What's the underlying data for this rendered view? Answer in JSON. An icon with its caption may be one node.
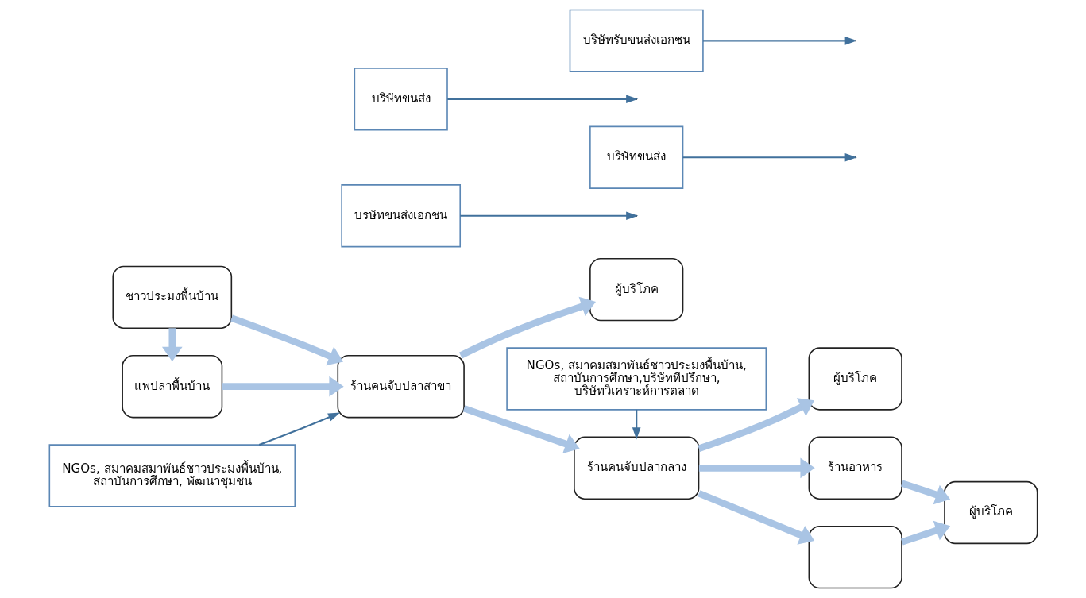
{
  "diagram": {
    "nodes": [
      {
        "text": [
          "ชาวประมงพื้นบ้าน"
        ]
      },
      {
        "text": [
          "แพปลาพื้นบ้าน"
        ]
      },
      {
        "text": [
          "ร้านคนจับปลาสาขา"
        ]
      },
      {
        "text": [
          "บรษัทขนส่งเอกชน"
        ]
      },
      {
        "text": [
          "บริษัทขนส่ง"
        ]
      },
      {
        "text": [
          "ร้านคนจับปลากลาง"
        ]
      },
      {
        "text": [
          "ผู้บริโภค"
        ]
      },
      {
        "text": [
          "ร้านอาหาร"
        ]
      },
      {
        "text": [],
        "shape": "box"
      },
      {
        "text": [
          "ผู้บริโภค"
        ]
      },
      {
        "text": [
          "NGOs, สมาคมสมาพันธ์ชาวประมงพื้นบ้าน, สถาบันการศึกษา, พัฒนาชุมชน"
        ]
      },
      {
        "text": [
          "บริษัทขนส่ง"
        ]
      },
      {
        "text": [
          "ผู้บริโภค"
        ]
      },
      {
        "text": [
          "บริษัทรับขนส่งเอกชน"
        ]
      },
      {
        "text": [
          "NGOs, สมาคมสมาพันธ์ชาวประมงพื้นบ้าน, สถาบันการศึกษา,บริษัททีปรึกษา, บริษัทวิเคราะห์การตลาด"
        ]
      }
    ],
    "edges": [
      {
        "from": 0,
        "to": 1,
        "arrow": "to"
      },
      {
        "from": 0,
        "to": 2,
        "arrow": "to"
      },
      {
        "from": 1,
        "to": 2,
        "arrow": "to"
      },
      {
        "from": 3,
        "to": null,
        "arrow": "to",
        "color": "#41719c"
      },
      {
        "from": 2,
        "to": 5,
        "arrow": "to"
      },
      {
        "from": 4,
        "to": null,
        "arrow": "to",
        "color": "#41719c"
      },
      {
        "from": 5,
        "to": 6,
        "arrow": "to"
      },
      {
        "from": 5,
        "to": 7,
        "arrow": "to"
      },
      {
        "from": 5,
        "to": 8,
        "arrow": "to"
      },
      {
        "from": 7,
        "to": 9,
        "arrow": "to"
      },
      {
        "from": 8,
        "to": 9,
        "arrow": "to"
      },
      {
        "from": 10,
        "to": 2,
        "arrow": "to",
        "color": "#41719c"
      },
      {
        "from": 2,
        "to": 12,
        "arrow": "to"
      },
      {
        "from": 11,
        "to": null,
        "arrow": "to",
        "color": "#41719c"
      },
      {
        "from": 14,
        "to": 5,
        "arrow": "to",
        "color": "#41719c"
      },
      {
        "from": 13,
        "to": null,
        "arrow": "to",
        "color": "#41719c"
      }
    ]
  }
}
